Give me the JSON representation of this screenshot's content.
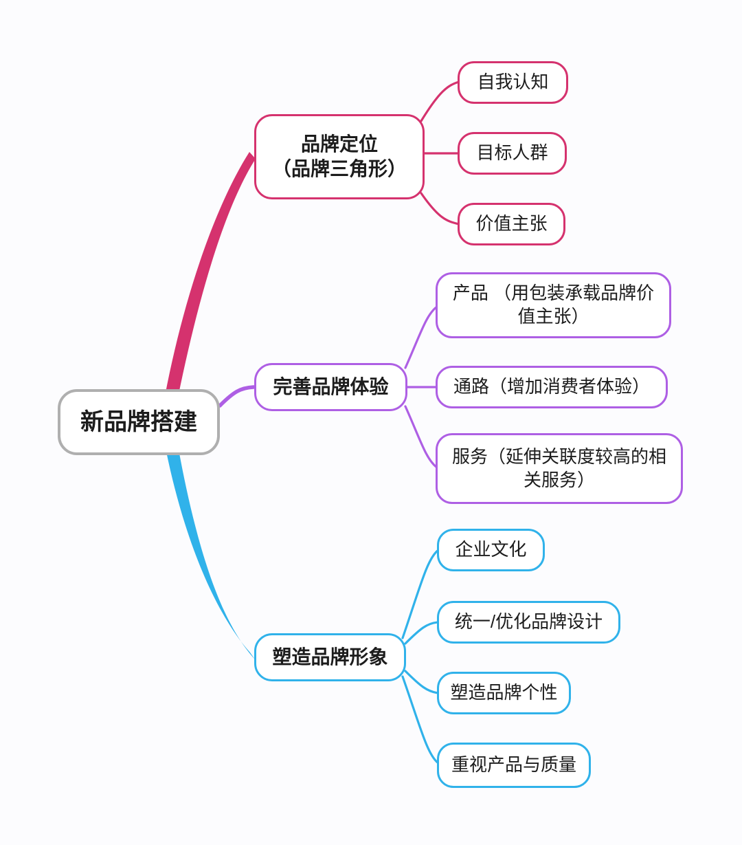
{
  "colors": {
    "branch_pink": "#D5326E",
    "branch_purple": "#AE5FE4",
    "branch_blue": "#30B2EA",
    "root_border": "#AFAFAF",
    "text": "#1C1C1C",
    "background": "#FCFCFE",
    "node_fill": "#FFFFFF"
  },
  "root": {
    "label": "新品牌搭建"
  },
  "branches": [
    {
      "label": "品牌定位\n（品牌三角形）",
      "color": "#D5326E",
      "children": [
        {
          "label": "自我认知"
        },
        {
          "label": "目标人群"
        },
        {
          "label": "价值主张"
        }
      ]
    },
    {
      "label": "完善品牌体验",
      "color": "#AE5FE4",
      "children": [
        {
          "label": "产品 （用包装承载品牌价\n值主张）"
        },
        {
          "label": "通路（增加消费者体验）"
        },
        {
          "label": "服务（延伸关联度较高的相\n关服务）"
        }
      ]
    },
    {
      "label": "塑造品牌形象",
      "color": "#30B2EA",
      "children": [
        {
          "label": "企业文化"
        },
        {
          "label": "统一/优化品牌设计"
        },
        {
          "label": "塑造品牌个性"
        },
        {
          "label": "重视产品与质量"
        }
      ]
    }
  ]
}
